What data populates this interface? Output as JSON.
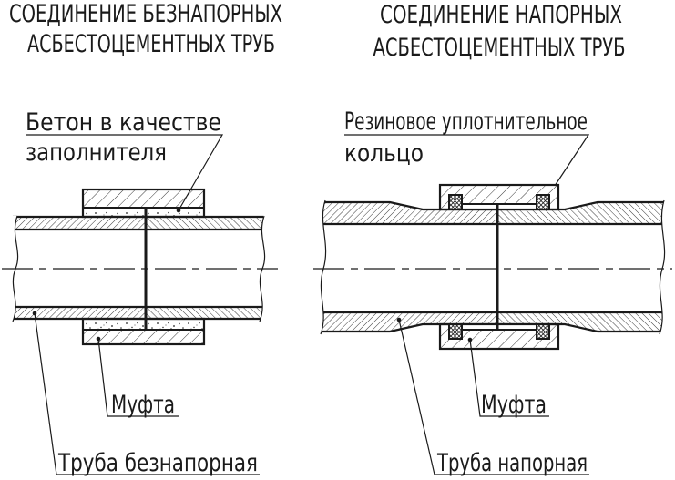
{
  "colors": {
    "line": "#1a1a1a",
    "background": "#ffffff"
  },
  "left_diagram": {
    "title_line1": "СОЕДИНЕНИЕ БЕЗНАПОРНЫХ",
    "title_line2": "АСБЕСТОЦЕМЕНТНЫХ ТРУБ",
    "labels": {
      "filler_line1": "Бетон в качестве",
      "filler_line2": "заполнителя",
      "coupling": "Муфта",
      "pipe": "Труба безнапорная"
    }
  },
  "right_diagram": {
    "title_line1": "СОЕДИНЕНИЕ НАПОРНЫХ",
    "title_line2": "АСБЕСТОЦЕМЕНТНЫХ ТРУБ",
    "labels": {
      "seal_line1": "Резиновое уплотнительное",
      "seal_line2": "кольцо",
      "coupling": "Муфта",
      "pipe": "Труба напорная"
    }
  }
}
